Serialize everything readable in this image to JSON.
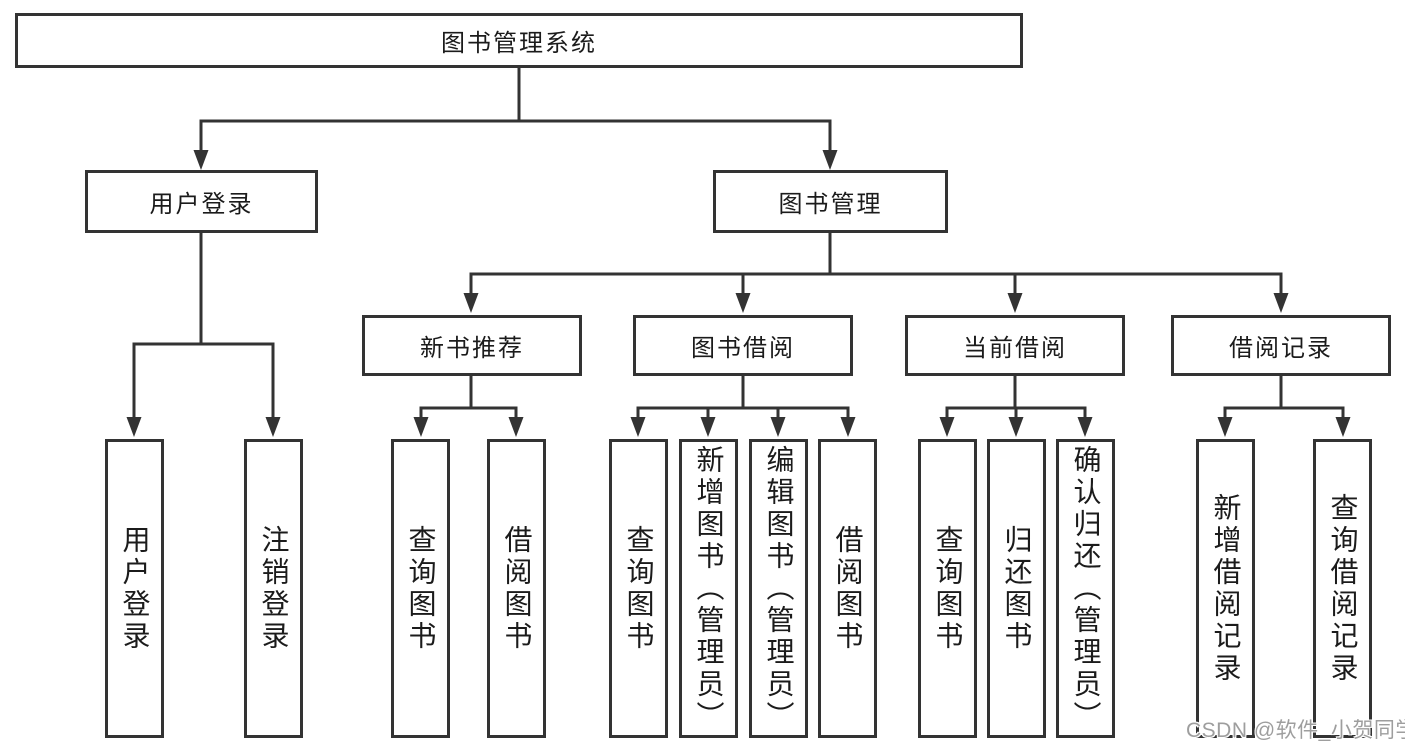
{
  "tree": {
    "root": {
      "label": "图书管理系统"
    },
    "branches": [
      {
        "label": "用户登录",
        "children": [
          {
            "label": "用户登录"
          },
          {
            "label": "注销登录"
          }
        ]
      },
      {
        "label": "图书管理",
        "children": [
          {
            "label": "新书推荐",
            "children": [
              {
                "label": "查询图书"
              },
              {
                "label": "借阅图书"
              }
            ]
          },
          {
            "label": "图书借阅",
            "children": [
              {
                "label": "查询图书"
              },
              {
                "label": "新增图书（管理员）"
              },
              {
                "label": "编辑图书（管理员）"
              },
              {
                "label": "借阅图书"
              }
            ]
          },
          {
            "label": "当前借阅",
            "children": [
              {
                "label": "查询图书"
              },
              {
                "label": "归还图书"
              },
              {
                "label": "确认归还（管理员）"
              }
            ]
          },
          {
            "label": "借阅记录",
            "children": [
              {
                "label": "新增借阅记录"
              },
              {
                "label": "查询借阅记录"
              }
            ]
          }
        ]
      }
    ]
  },
  "watermark": {
    "text": "CSDN @软件_小贺同学"
  },
  "colors": {
    "line": "#333333",
    "border": "#333333",
    "box_fill": "#ffffff",
    "text": "#1b1b1b",
    "background": "#ffffff",
    "watermark": "#9e9e9e"
  }
}
